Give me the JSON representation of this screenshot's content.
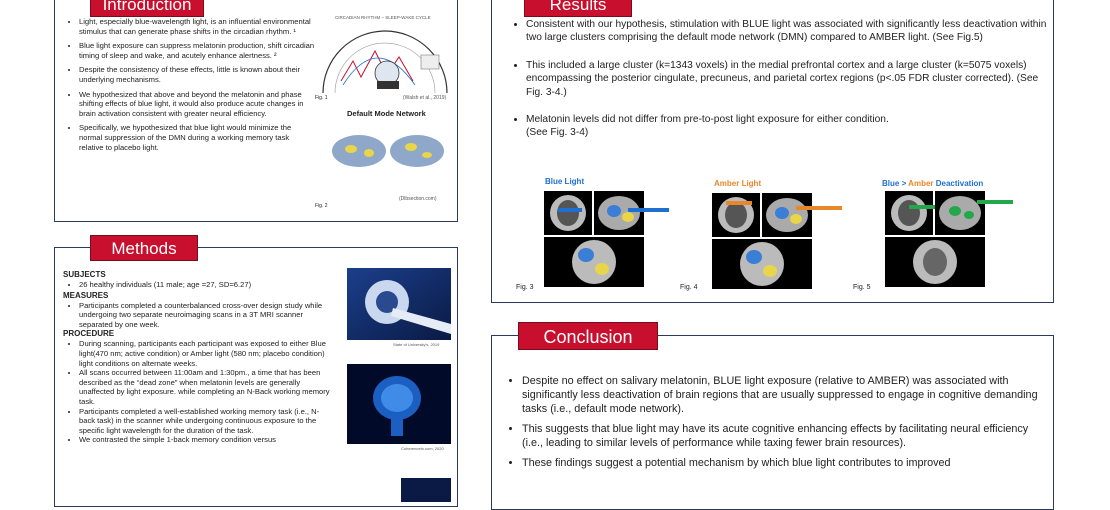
{
  "introduction": {
    "header": "Introduction",
    "bullets": [
      "Light, especially blue-wavelength light, is an influential environmental stimulus that can generate phase shifts in the circadian rhythm. ¹",
      "Blue light exposure can suppress melatonin production, shift circadian timing of sleep and wake, and acutely enhance alertness. ²",
      "Despite the consistency of these effects, little is known about their underlying mechanisms.",
      "We hypothesized that above and beyond the melatonin and phase shifting effects of blue light, it would also produce acute changes in brain activation consistent with greater neural efficiency.",
      "Specifically, we hypothesized that blue light would minimize the normal suppression of the DMN during a working memory task relative to placebo light."
    ],
    "fig1_label": "Fig. 1",
    "fig1_title": "CIRCADIAN RHYTHM – SLEEP-WAKE CYCLE",
    "fig1_credit": "(Walsh et al., 2019)",
    "fig2_title": "Default Mode Network",
    "fig2_label": "Fig. 2",
    "fig2_credit": "(Dlbsection.com)"
  },
  "methods": {
    "header": "Methods",
    "subjects_heading": "SUBJECTS",
    "subjects": [
      "26 healthy individuals (11 male; age =27, SD=6.27)"
    ],
    "measures_heading": "MEASURES",
    "measures": [
      "Participants completed a counterbalanced cross-over design study while undergoing two separate neuroimaging scans in a 3T MRI scanner separated by one week."
    ],
    "procedure_heading": "PROCEDURE",
    "procedure": [
      "During scanning, participants each participant was exposed to either Blue light(470 nm; active condition) or Amber light (580 nm; placebo condition) light conditions on alternate weeks.",
      "All scans occurred between 11:00am and 1:30pm., a time that has been described as the “dead zone” when melatonin levels are generally unaffected by light exposure. while completing an N-Back working memory task.",
      "Participants completed a well-established working memory task (i.e., N-back task) in the scanner while undergoing continuous exposure to the specific light wavelength  for the duration of the task.",
      "We contrasted the simple 1-back memory condition versus"
    ],
    "image1_credit": "State of University's, 2019",
    "image2_credit": "Coherenceto.com, 2020"
  },
  "results": {
    "header": "Results",
    "bullets": [
      "Consistent with our hypothesis,  stimulation with BLUE light was associated with significantly less deactivation within two large clusters comprising the default mode network (DMN) compared to AMBER light. (See Fig.5)",
      "This included a large cluster (k=1343 voxels) in the medial prefrontal cortex and a large cluster (k=5075 voxels) encompassing the posterior cingulate, precuneus, and parietal cortex regions (p<.05 FDR cluster corrected). (See Fig. 3-4.)",
      "Melatonin levels did not differ from pre-to-post light exposure for either condition.\n (See Fig. 3-4)"
    ],
    "fig3_title": "Blue Light",
    "fig4_title": "Amber Light",
    "fig5_title_a": "Blue",
    "fig5_title_b": " > ",
    "fig5_title_c": "Amber",
    "fig5_title_d": " Deactivation",
    "fig3_label": "Fig. 3",
    "fig4_label": "Fig. 4",
    "fig5_label": "Fig. 5"
  },
  "conclusion": {
    "header": "Conclusion",
    "bullets": [
      "Despite no effect on salivary melatonin, BLUE light exposure (relative to AMBER) was associated with significantly less deactivation of brain regions that are usually suppressed to engage in cognitive demanding tasks (i.e., default mode network).",
      "This suggests that blue light may have its acute cognitive enhancing effects by facilitating neural efficiency (i.e., leading to similar levels of performance while taxing fewer brain resources).",
      "These findings suggest a potential mechanism by which blue light contributes to improved"
    ]
  },
  "colors": {
    "header_red": "#c8102e",
    "border_navy": "#2b3b60",
    "blue": "#1f6fd0",
    "amber": "#e8862a",
    "green": "#22a84a"
  }
}
